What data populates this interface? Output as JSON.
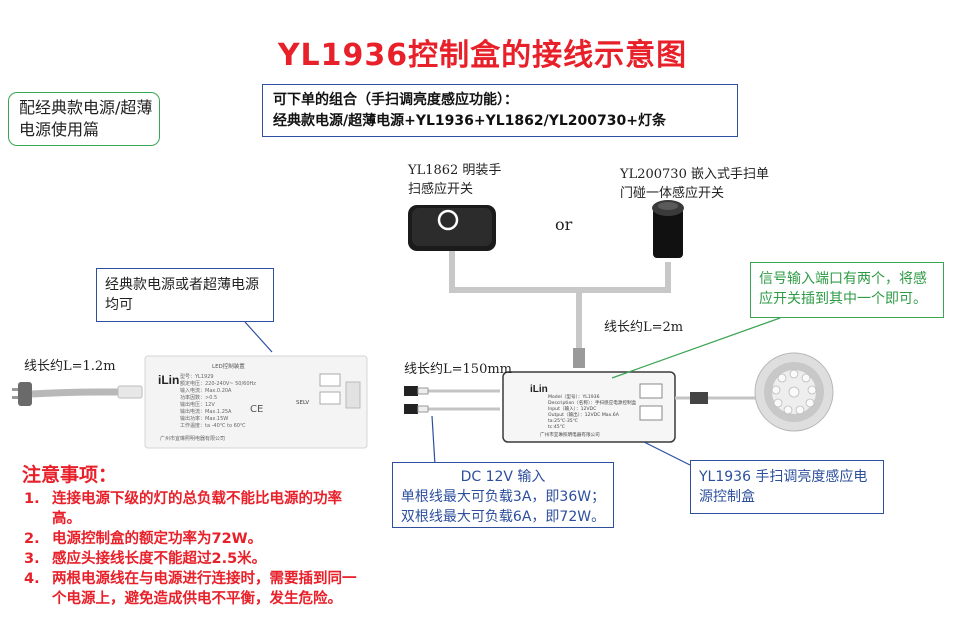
{
  "title": "YL1936控制盒的接线示意图",
  "usage_note": "配经典款电源/超薄电源使用篇",
  "combo": {
    "line1": "可下单的组合（手扫调亮度感应功能）：",
    "line2": "经典款电源/超薄电源+YL1936+YL1862/YL200730+灯条"
  },
  "sensor_yl1862": "YL1862 明装手扫感应开关",
  "sensor_yl200730": "YL200730 嵌入式手扫单门碰一体感应开关",
  "or_label": "or",
  "callout_power_supply": "经典款电源或者超薄电源均可",
  "callout_signal_port": "信号输入端口有两个，将感应开关插到其中一个即可。",
  "cable_2m": "线长约L=2m",
  "cable_1_2m": "线长约L=1.2m",
  "cable_150mm": "线长约L=150mm",
  "callout_dc_output": {
    "line1": "DC 12V 输入",
    "line2": "单根线最大可负载3A，即36W；",
    "line3": "双根线最大可负载6A，即72W。"
  },
  "callout_controller": "YL1936 手扫调亮度感应电源控制盒",
  "psu_label": {
    "brand": "iLin",
    "name": "LED控制装置",
    "rows": [
      "型号：YL1929",
      "额定电压：220-240V~ 50/60Hz",
      "输入电流：Max.0.20A",
      "功率因数：>0.5",
      "输出电压：12V",
      "输出电流：Max.1.25A",
      "输出功率：Max.15W",
      "工作温度：ta -40℃ to 60℃"
    ],
    "maker": "广州市宜琳照明电器有限公司",
    "selv": "SELV"
  },
  "ctrl_label": {
    "brand": "iLin",
    "rows": [
      "Model（型号）：YL1936",
      "Description（名称）：手扫感应电源控制盒",
      "Input（输入）：12VDC",
      "Output（输出）：12VDC  Max.6A",
      "ta:25℃-35℃",
      "tc:45℃"
    ],
    "maker": "广州市宜琳照明电器有限公司"
  },
  "notes": {
    "heading": "注意事项：",
    "items": [
      {
        "num": "1.",
        "text": "连接电源下级的灯的总负载不能比电源的功率高。"
      },
      {
        "num": "2.",
        "text": "电源控制盒的额定功率为72W。"
      },
      {
        "num": "3.",
        "text": "感应头接线长度不能超过2.5米。"
      },
      {
        "num": "4.",
        "text": "两根电源线在与电源进行连接时，需要插到同一个电源上，避免造成供电不平衡，发生危险。"
      }
    ]
  },
  "colors": {
    "title_red": "#e8202a",
    "callout_blue": "#2d4f9e",
    "callout_green": "#3aa655"
  }
}
